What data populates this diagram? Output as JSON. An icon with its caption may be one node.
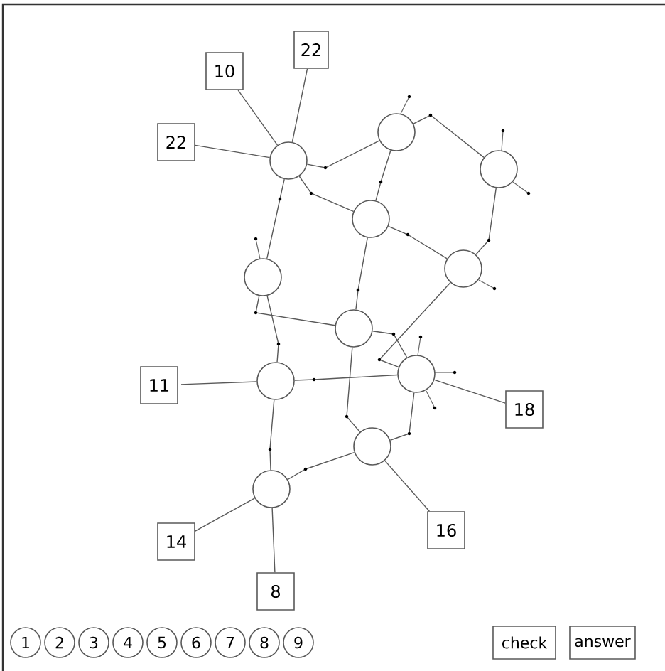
{
  "diagram": {
    "nodes": [
      {
        "text": [
          "22"
        ]
      },
      {
        "text": [
          "10"
        ]
      },
      {
        "text": [
          "22"
        ]
      },
      {
        "text": [],
        "shape": "circle"
      },
      {
        "text": [],
        "shape": "circle"
      },
      {
        "text": [],
        "shape": "circle"
      },
      {
        "text": [],
        "shape": "circle"
      },
      {
        "text": [],
        "shape": "circle"
      },
      {
        "text": [],
        "shape": "circle"
      },
      {
        "text": [],
        "shape": "circle"
      },
      {
        "text": [],
        "shape": "circle"
      },
      {
        "text": [],
        "shape": "circle"
      },
      {
        "text": [
          "11"
        ]
      },
      {
        "text": [
          "18"
        ]
      },
      {
        "text": [],
        "shape": "circle"
      },
      {
        "text": [],
        "shape": "circle"
      },
      {
        "text": [
          "16"
        ]
      },
      {
        "text": [
          "14"
        ]
      },
      {
        "text": [
          "8"
        ]
      },
      {
        "text": [
          "1"
        ]
      },
      {
        "text": [
          "2"
        ]
      },
      {
        "text": [
          "3"
        ]
      },
      {
        "text": [
          "4"
        ]
      },
      {
        "text": [
          "5"
        ]
      },
      {
        "text": [
          "6"
        ]
      },
      {
        "text": [
          "7"
        ]
      },
      {
        "text": [
          "8"
        ]
      },
      {
        "text": [
          "9"
        ]
      },
      {
        "text": [
          "check"
        ]
      },
      {
        "text": [
          "answer"
        ]
      }
    ],
    "edges": [
      {
        "from": 4,
        "to": 1,
        "arrow": "none"
      },
      {
        "from": 4,
        "to": 0,
        "arrow": "none"
      },
      {
        "from": 4,
        "to": 2,
        "arrow": "none"
      },
      {
        "from": 4,
        "to": 3,
        "arrow": "none"
      },
      {
        "from": 4,
        "to": 6,
        "arrow": "none"
      },
      {
        "from": 4,
        "to": 8,
        "arrow": "none"
      },
      {
        "from": 3,
        "to": 6,
        "arrow": "none"
      },
      {
        "from": 3,
        "to": 5,
        "arrow": "none"
      },
      {
        "from": 5,
        "to": 7,
        "arrow": "none"
      },
      {
        "from": 6,
        "to": 7,
        "arrow": "none"
      },
      {
        "from": 6,
        "to": 9,
        "arrow": "none"
      },
      {
        "from": 8,
        "to": 9,
        "arrow": "none"
      },
      {
        "from": 8,
        "to": 11,
        "arrow": "none"
      },
      {
        "from": 9,
        "to": 10,
        "arrow": "none"
      },
      {
        "from": 7,
        "to": 10,
        "arrow": "none"
      },
      {
        "from": 9,
        "to": 14,
        "arrow": "none"
      },
      {
        "from": 11,
        "to": 10,
        "arrow": "none"
      },
      {
        "from": 11,
        "to": 12,
        "arrow": "none"
      },
      {
        "from": 10,
        "to": 13,
        "arrow": "none"
      },
      {
        "from": 10,
        "to": 14,
        "arrow": "none"
      },
      {
        "from": 11,
        "to": 15,
        "arrow": "none"
      },
      {
        "from": 14,
        "to": 15,
        "arrow": "none"
      },
      {
        "from": 14,
        "to": 16,
        "arrow": "none"
      },
      {
        "from": 15,
        "to": 17,
        "arrow": "none"
      },
      {
        "from": 15,
        "to": 18,
        "arrow": "none"
      }
    ]
  }
}
